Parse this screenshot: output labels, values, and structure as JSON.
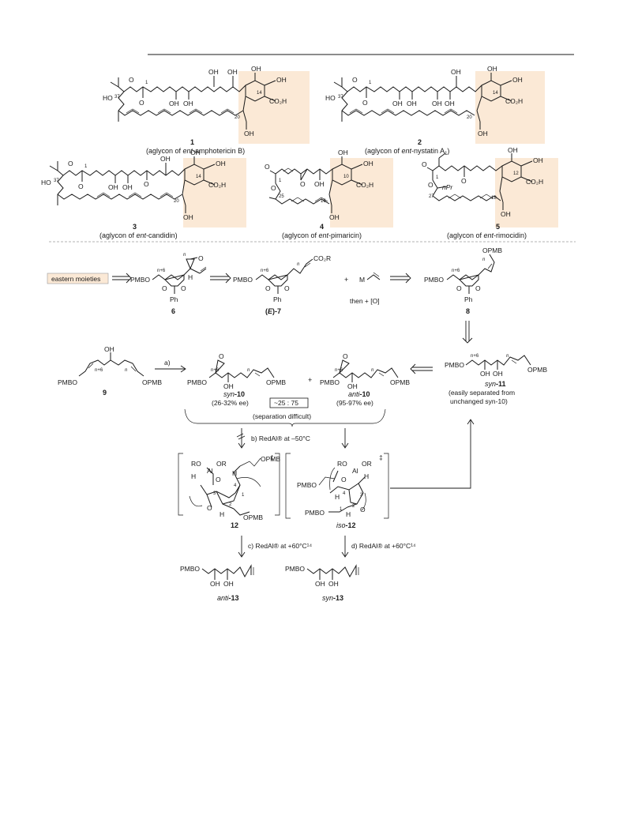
{
  "compounds_top": [
    {
      "number": "1",
      "caption_pre": "(aglycon of ",
      "caption_ital": "ent",
      "caption_post": "-amphotericin B)"
    },
    {
      "number": "2",
      "caption_pre": "(aglycon of ",
      "caption_ital": "ent",
      "caption_post": "-nystatin A",
      "caption_sub": "1",
      "caption_end": ")"
    },
    {
      "number": "3",
      "caption_pre": "(aglycon of ",
      "caption_ital": "ent",
      "caption_post": "-candidin)"
    },
    {
      "number": "4",
      "caption_pre": "(aglycon of ",
      "caption_ital": "ent",
      "caption_post": "-pimaricin)"
    },
    {
      "number": "5",
      "caption_pre": "(aglycon of ",
      "caption_ital": "ent",
      "caption_post": "-rimocidin)"
    }
  ],
  "atom_labels": {
    "oh": "OH",
    "ho": "HO",
    "co2h": "CO₂H",
    "o": "O",
    "ph": "Ph",
    "h": "H",
    "pmbo": "PMBO",
    "opmb": "OPMB",
    "npr": "nPr",
    "co2r": "CO₂R",
    "m": "M",
    "ro": "RO",
    "or": "OR",
    "al": "Al",
    "n": "n",
    "n6": "n+6"
  },
  "locants": {
    "c1": "1",
    "c37": "37",
    "c14": "14",
    "c20": "20",
    "c10": "10",
    "c16": "16",
    "c25": "25",
    "c12": "12",
    "c18": "18",
    "c27": "27",
    "c2": "2",
    "c3": "3",
    "c4": "4"
  },
  "scheme": {
    "eastern_moieties": "eastern moieties",
    "then_ox": "then + [O]",
    "c6": "6",
    "c7_pre": "(",
    "c7_ital": "E",
    "c7_post": ")-7",
    "c8": "8",
    "c9": "9",
    "syn10_ital": "syn",
    "syn10_num": "-10",
    "syn10_ee": "(26-32% ee)",
    "ratio": "~25 : 75",
    "anti10_ital": "anti",
    "anti10_num": "-10",
    "anti10_ee": "(95-97% ee)",
    "separation": "(separation difficult)",
    "syn11_ital": "syn",
    "syn11_num": "-11",
    "syn11_note1": "(easily separated from",
    "syn11_note2": "unchanged syn-10)",
    "plus": "+",
    "step_a": "a)",
    "step_b": "b) RedAl® at –50°C",
    "step_c": "c) RedAl® at +60°C¹⁴",
    "step_d": "d) RedAl® at +60°C¹⁴",
    "c12": "12",
    "iso12_ital": "iso",
    "iso12_num": "-12",
    "anti13_ital": "anti",
    "anti13_num": "-13",
    "syn13_ital": "syn",
    "syn13_num": "-13",
    "dagger": "‡"
  },
  "colors": {
    "highlight": "#fbe9d6",
    "line": "#1a1a1a",
    "dashed": "#9a9a9a"
  }
}
